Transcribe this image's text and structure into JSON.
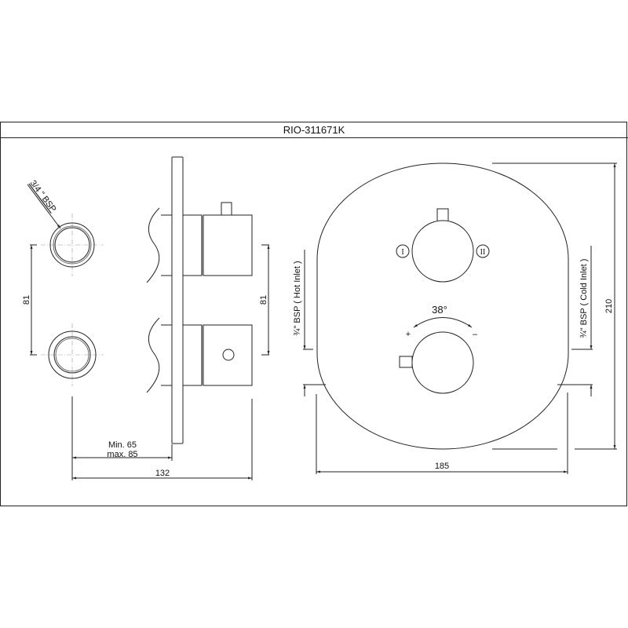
{
  "title": "RIO-311671K",
  "side_view": {
    "thread_label": "3/4 \" BSP",
    "spacing_left": "81",
    "spacing_right": "81",
    "depth_min": "Min. 65",
    "depth_max": "max. 85",
    "total_depth": "132"
  },
  "front_view": {
    "hot_inlet": "¾\" BSP ( Hot Inlet )",
    "cold_inlet": "¾\" BSP ( Cold Inlet )",
    "position_1": "I",
    "position_2": "II",
    "rotation_angle": "38°",
    "plus": "+",
    "minus": "–",
    "height": "210",
    "width": "185"
  }
}
